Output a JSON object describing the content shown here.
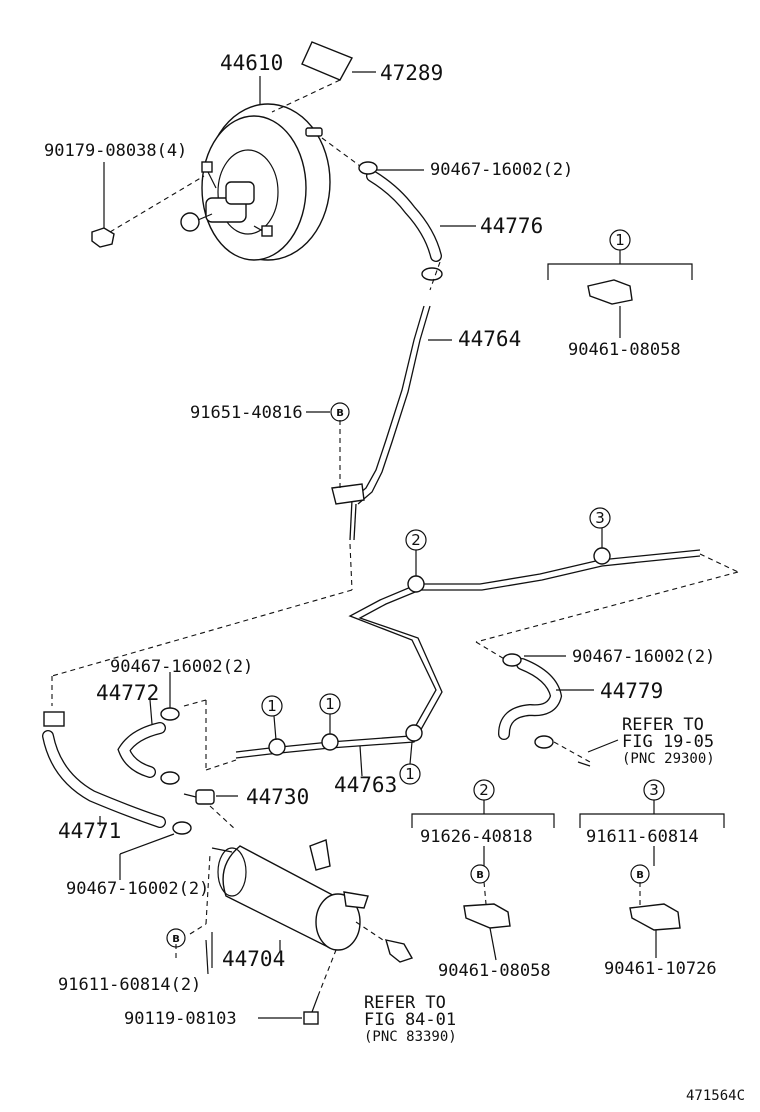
{
  "labels": {
    "p44610": "44610",
    "p47289": "47289",
    "p90179": "90179-08038(4)",
    "p90467_a": "90467-16002(2)",
    "p44776": "44776",
    "p44764": "44764",
    "p91651": "91651-40816",
    "p90461_1": "90461-08058",
    "p90467_b": "90467-16002(2)",
    "p44772": "44772",
    "p44730": "44730",
    "p44763": "44763",
    "p44771": "44771",
    "p90467_c": "90467-16002(2)",
    "p44704": "44704",
    "p91611_b": "91611-60814(2)",
    "p90119": "90119-08103",
    "p90467_d": "90467-16002(2)",
    "p44779": "44779",
    "p91626": "91626-40818",
    "p90461_2": "90461-08058",
    "p91611_3": "91611-60814",
    "p90461_3": "90461-10726"
  },
  "refs": {
    "refer1_line1": "REFER TO",
    "refer1_line2": "FIG 19-05",
    "refer1_line3": "(PNC 29300)",
    "refer2_line1": "REFER TO",
    "refer2_line2": "FIG 84-01",
    "refer2_line3": "(PNC 83390)"
  },
  "markers": {
    "one": "1",
    "two": "2",
    "three": "3",
    "b": "B"
  },
  "figure_code": "471564C"
}
